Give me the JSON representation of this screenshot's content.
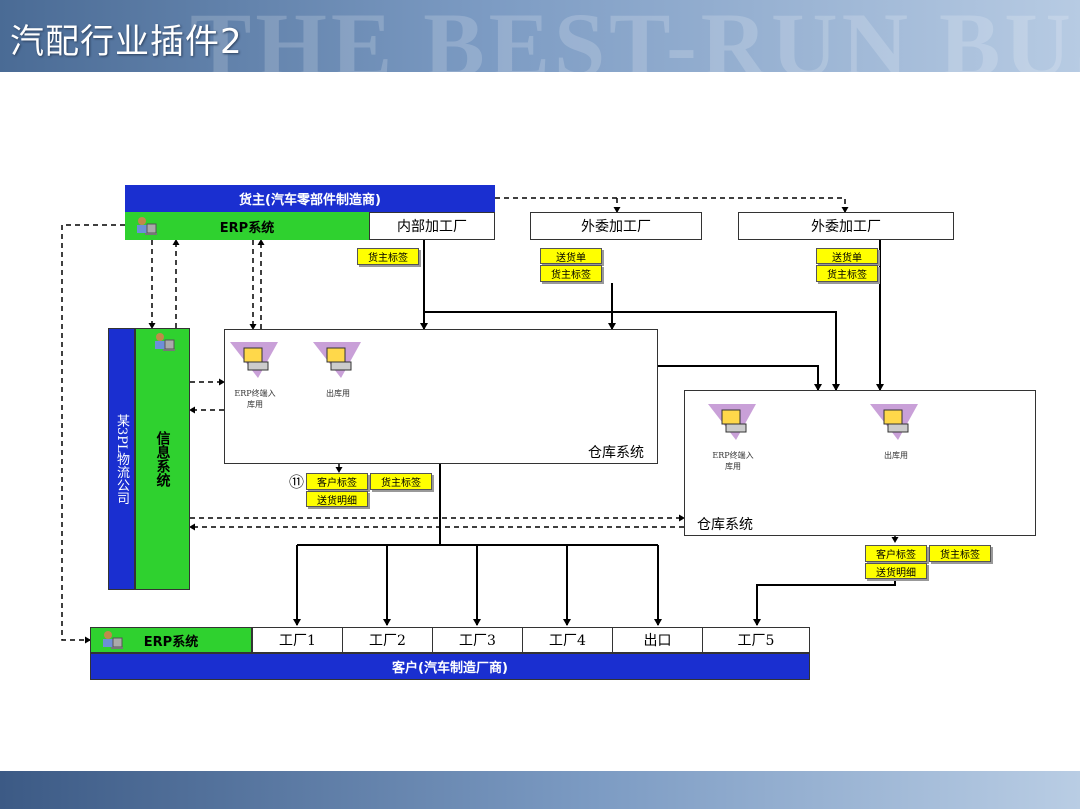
{
  "slide": {
    "title": "汽配行业插件2",
    "watermark": "THE BEST-RUN BUSINESS"
  },
  "owner": {
    "header": "货主(汽车零部件制造商)",
    "erp": "ERP系统",
    "internal_plant": "内部加工厂",
    "outsource_plant_1": "外委加工厂",
    "outsource_plant_2": "外委加工厂"
  },
  "tags": {
    "owner_tag_internal": "货主标签",
    "delivery_note_1": "送货单",
    "owner_tag_1": "货主标签",
    "delivery_note_2": "送货单",
    "owner_tag_2": "货主标签",
    "circled_num": "⑪",
    "customer_tag_a": "客户标签",
    "owner_tag_a": "货主标签",
    "delivery_detail_a": "送货明细",
    "customer_tag_b": "客户标签",
    "owner_tag_b": "货主标签",
    "delivery_detail_b": "送货明细"
  },
  "logistics": {
    "company": "某3PL物流公司",
    "info_system": "信息系统"
  },
  "warehouse_1": {
    "label": "仓库系统",
    "terminal_in": "ERP终端入库用",
    "terminal_out": "出库用"
  },
  "warehouse_2": {
    "label": "仓库系统",
    "terminal_in": "ERP终端入库用",
    "terminal_out": "出库用"
  },
  "customer": {
    "erp": "ERP系统",
    "plant1": "工厂1",
    "plant2": "工厂2",
    "plant3": "工厂3",
    "plant4": "工厂4",
    "export": "出口",
    "plant5": "工厂5",
    "footer": "客户(汽车制造厂商)"
  },
  "icons": {
    "terminal": "computer-terminal-icon",
    "user": "user-at-computer-icon"
  },
  "colors": {
    "blue": "#1a2fd0",
    "green": "#2fd12f",
    "tag": "#ffff00"
  }
}
